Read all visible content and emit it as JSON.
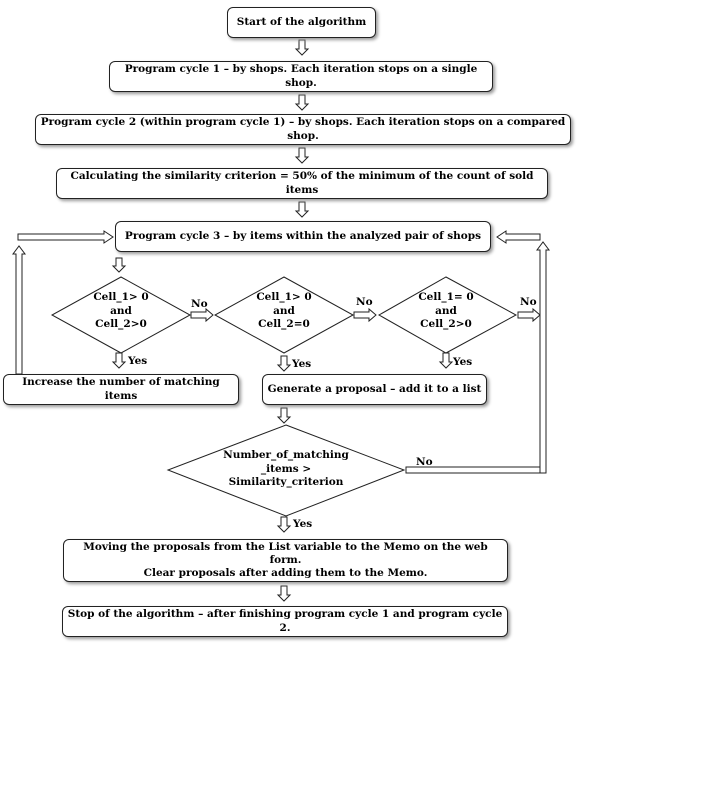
{
  "flowchart": {
    "start": "Start of the algorithm",
    "cycle1": "Program cycle 1 – by shops. Each iteration stops on a single shop.",
    "cycle2": "Program cycle 2 (within program cycle 1) – by shops. Each iteration stops on a compared shop.",
    "criterion": "Calculating the similarity criterion = 50% of the minimum of the count of sold items",
    "cycle3": "Program cycle 3 – by items within the analyzed pair of shops",
    "decision1": "Cell_1> 0\nand\nCell_2>0",
    "decision2": "Cell_1> 0\nand\nCell_2=0",
    "decision3": "Cell_1= 0\nand\nCell_2>0",
    "increase": "Increase the number of matching items",
    "proposal": "Generate a proposal – add it to a list",
    "decision4": "Number_of_matching\n_items >\nSimilarity_criterion",
    "moving": "Moving the proposals from the List variable to the Memo on the web form.\nClear proposals after adding them to the Memo.",
    "stop": "Stop of the algorithm – after finishing program cycle 1 and program cycle 2."
  },
  "labels": {
    "no1": "No",
    "no2": "No",
    "no3": "No",
    "no4": "No",
    "yes1": "Yes",
    "yes2": "Yes",
    "yes3": "Yes",
    "yes4": "Yes"
  }
}
